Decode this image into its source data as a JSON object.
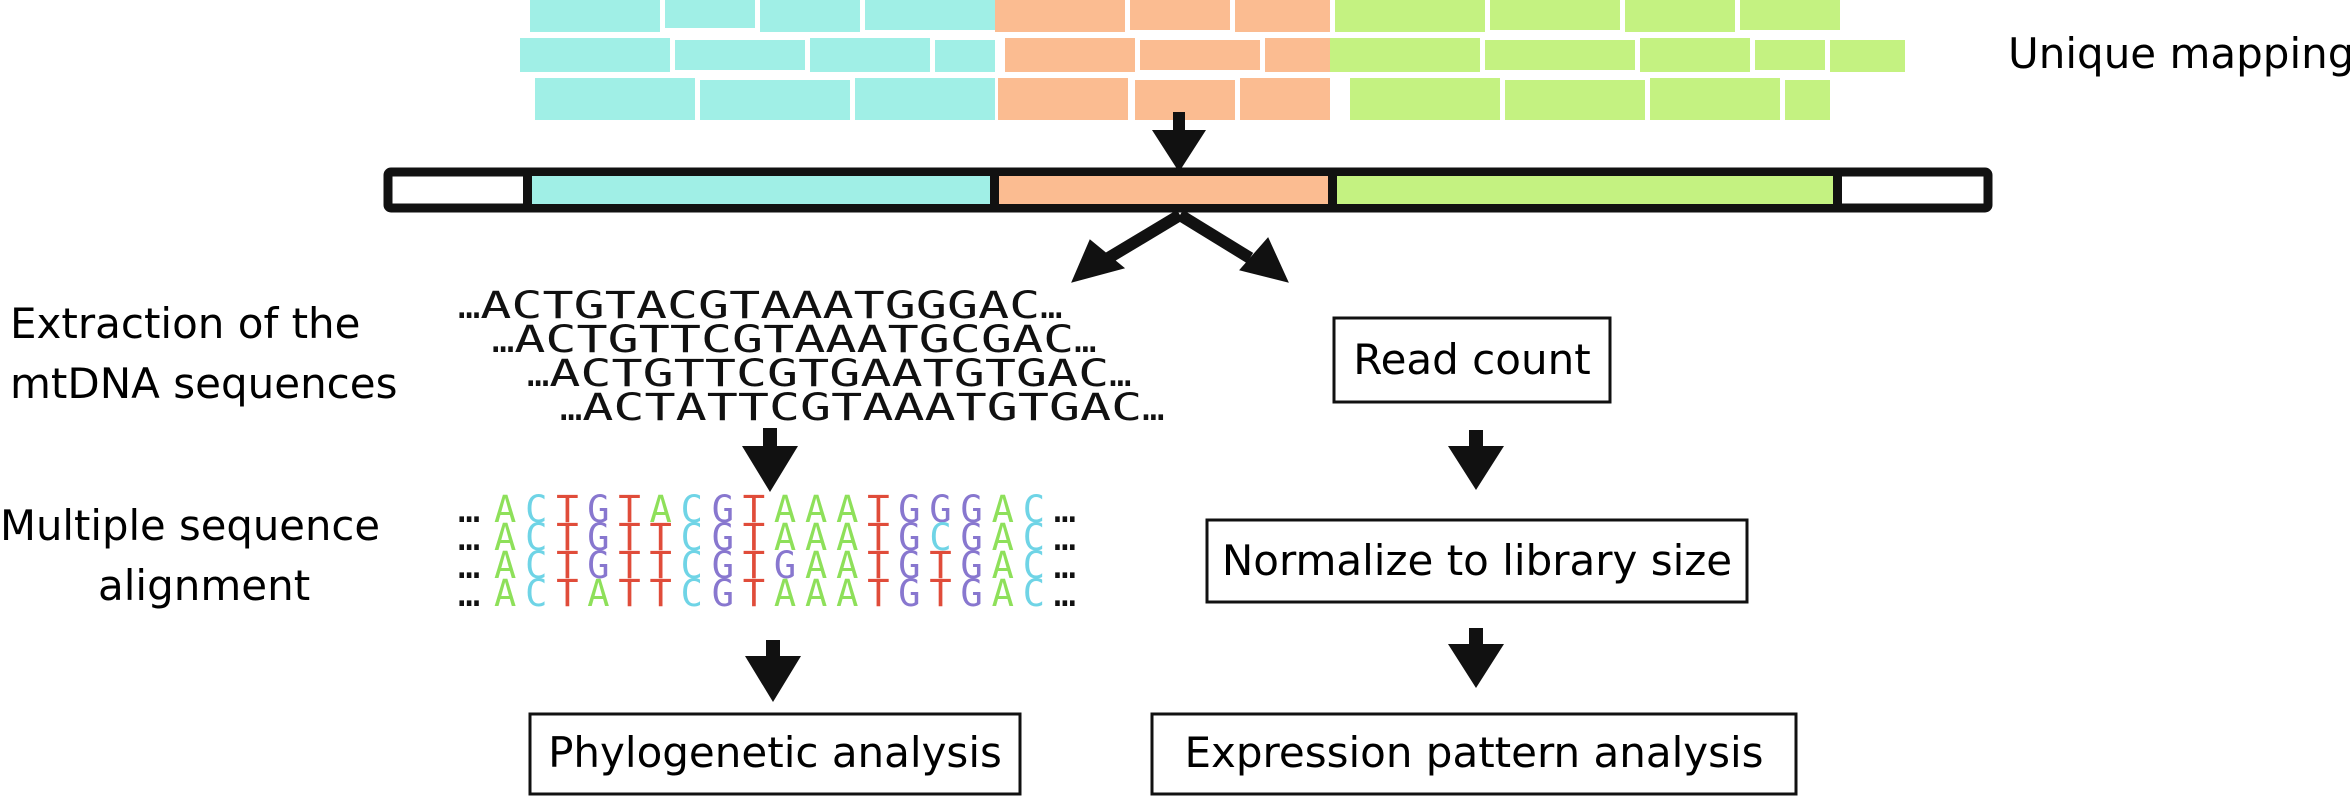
{
  "labels": {
    "unique_mapping": "Unique mapping",
    "extraction_line1": "Extraction of the",
    "extraction_line2": "mtDNA sequences",
    "msa_line1": "Multiple sequence",
    "msa_line2": "alignment",
    "read_count": "Read count",
    "normalize": "Normalize to library size",
    "phylogenetic": "Phylogenetic analysis",
    "expression": "Expression pattern analysis"
  },
  "sequences": {
    "ellipsis": "…",
    "plain": [
      "ACTGTACGTAAATGGGAC",
      "ACTGTTCGTAAATGCGAC",
      "ACTGTTCGTGAATGTGAC",
      "ACTATTCGTAAATGTGAC"
    ],
    "aligned": [
      "ACTGTACGTAAATGGGAC",
      "ACTGTTCGTAAATGCGAC",
      "ACTGTTCGTGAATGTGAC",
      "ACTATTCGTAAATGTGAC"
    ]
  },
  "colors": {
    "cyan": "#a0efe6",
    "salmon": "#fbbc91",
    "green": "#c4f281",
    "A": "#8ee05a",
    "C": "#6fd4e6",
    "G": "#8877cf",
    "T": "#e04c3a"
  }
}
